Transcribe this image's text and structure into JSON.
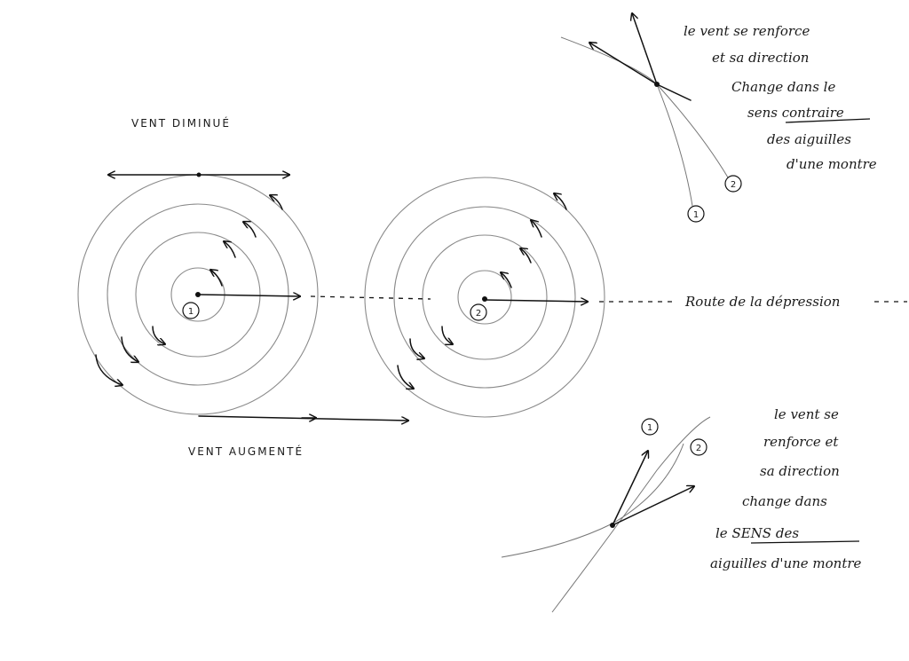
{
  "labels": {
    "vent_diminue": "VENT DIMINUÉ",
    "vent_augmente": "VENT AUGMENTÉ",
    "route": "Route de la dépression",
    "pos1": "1",
    "pos2": "2"
  },
  "note_top": {
    "lines": [
      "le vent se renforce",
      "et sa direction",
      "Change dans le",
      "sens contraire",
      "des aiguilles",
      "d'une montre"
    ],
    "marker1": "1",
    "marker2": "2"
  },
  "note_bottom": {
    "lines": [
      "le vent se",
      "renforce et",
      "sa direction",
      "change dans",
      "le SENS des",
      "aiguilles d'une montre"
    ],
    "marker1": "1",
    "marker2": "2"
  },
  "colors": {
    "ink": "#111111",
    "pencil": "#8a8a8a",
    "paper": "#ffffff"
  }
}
